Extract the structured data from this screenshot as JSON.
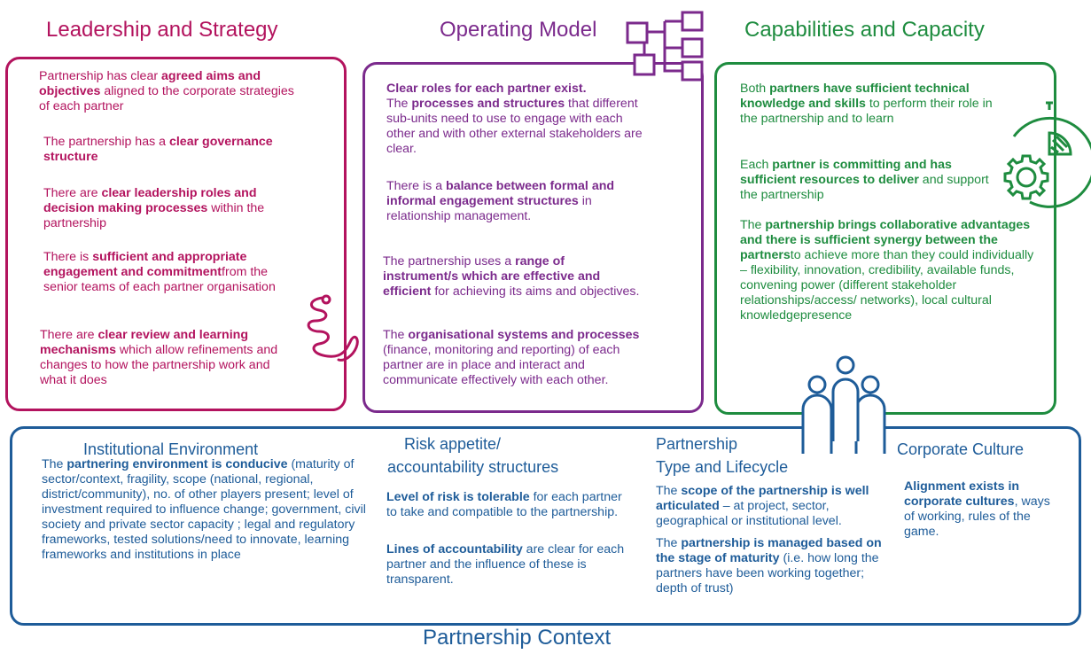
{
  "colors": {
    "leadership": "#B3135E",
    "operating": "#7B2A8C",
    "capabilities": "#1E8C3F",
    "context": "#1E5C99"
  },
  "icons": [
    "spring-icon",
    "org-chart-icon",
    "gear-clock-icon",
    "people-icon"
  ],
  "leadership": {
    "title": "Leadership and Strategy",
    "items": [
      {
        "pre": "Partnership has clear ",
        "bold": "agreed aims and objectives",
        "post": " aligned to the corporate strategies of each partner"
      },
      {
        "pre": "The partnership has a ",
        "bold": "clear governance structure",
        "post": ""
      },
      {
        "pre": "There are ",
        "bold": "clear leadership roles and decision making processes",
        "post": " within the partnership"
      },
      {
        "pre": "There is ",
        "bold": "sufficient and appropriate engagement and commitment",
        "post": "from the senior teams of each partner organisation"
      },
      {
        "pre": "There are ",
        "bold": "clear review and learning mechanisms",
        "post": " which allow refinements and changes to how the partnership work and what it does"
      }
    ]
  },
  "operating": {
    "title": "Operating Model",
    "items": [
      {
        "pre": "",
        "bold": "Clear roles for each partner exist.",
        "post": ""
      },
      {
        "pre": "The ",
        "bold": "processes and structures",
        "post": " that different sub-units need to use to engage with each other and with other external stakeholders are clear."
      },
      {
        "pre": "There is a ",
        "bold": "balance between formal and informal engagement structures",
        "post": " in relationship management."
      },
      {
        "pre": "The partnership uses a ",
        "bold": "range of instrument/s which are effective and efficient",
        "post": " for achieving its aims and objectives."
      },
      {
        "pre": "The ",
        "bold": "organisational systems and processes",
        "post": " (finance, monitoring and reporting) of each partner are in place and interact and communicate effectively with each other."
      }
    ]
  },
  "capabilities": {
    "title": "Capabilities and Capacity",
    "items": [
      {
        "pre": "Both ",
        "bold": "partners have sufficient technical knowledge and skills",
        "post": " to perform their role in the partnership and to learn"
      },
      {
        "pre": "Each ",
        "bold": "partner is committing and has sufficient resources to deliver",
        "post": " and support the partnership"
      },
      {
        "pre": "The ",
        "bold": "partnership brings collaborative advantages and there is sufficient synergy between the partners",
        "post": "to achieve more than they could individually – flexibility, innovation, credibility, available funds, convening power (different stakeholder relationships/access/ networks), local cultural knowledgepresence"
      }
    ]
  },
  "context": {
    "title": "Partnership Context",
    "institutional": {
      "title": "Institutional Environment",
      "pre": "The ",
      "bold": "partnering environment is conducive",
      "post": " (maturity of sector/context, fragility, scope (national, regional, district/community), no. of other players present; level of investment required to influence change; government, civil society and private sector capacity ; legal and regulatory frameworks, tested solutions/need to innovate, learning frameworks and institutions in place"
    },
    "risk": {
      "title_line1": "Risk appetite/",
      "title_line2": "accountability structures",
      "items": [
        {
          "pre": "",
          "bold": "Level of risk is tolerable",
          "post": " for each partner to take and compatible to the partnership."
        },
        {
          "pre": "",
          "bold": "Lines of accountability",
          "post": " are clear for each partner and the influence of these is transparent."
        }
      ]
    },
    "type": {
      "title_line1": "Partnership",
      "title_line2": "Type and Lifecycle",
      "items": [
        {
          "pre": "The ",
          "bold": "scope of the partnership is well articulated",
          "post": " – at project, sector, geographical or institutional level."
        },
        {
          "pre": "The ",
          "bold": "partnership is managed based on the stage of maturity",
          "post": " (i.e. how long the partners have been working together; depth of trust)"
        }
      ]
    },
    "culture": {
      "title": "Corporate Culture",
      "pre": "",
      "bold": "Alignment exists in corporate cultures",
      "post": ", ways of working, rules of the game."
    }
  }
}
